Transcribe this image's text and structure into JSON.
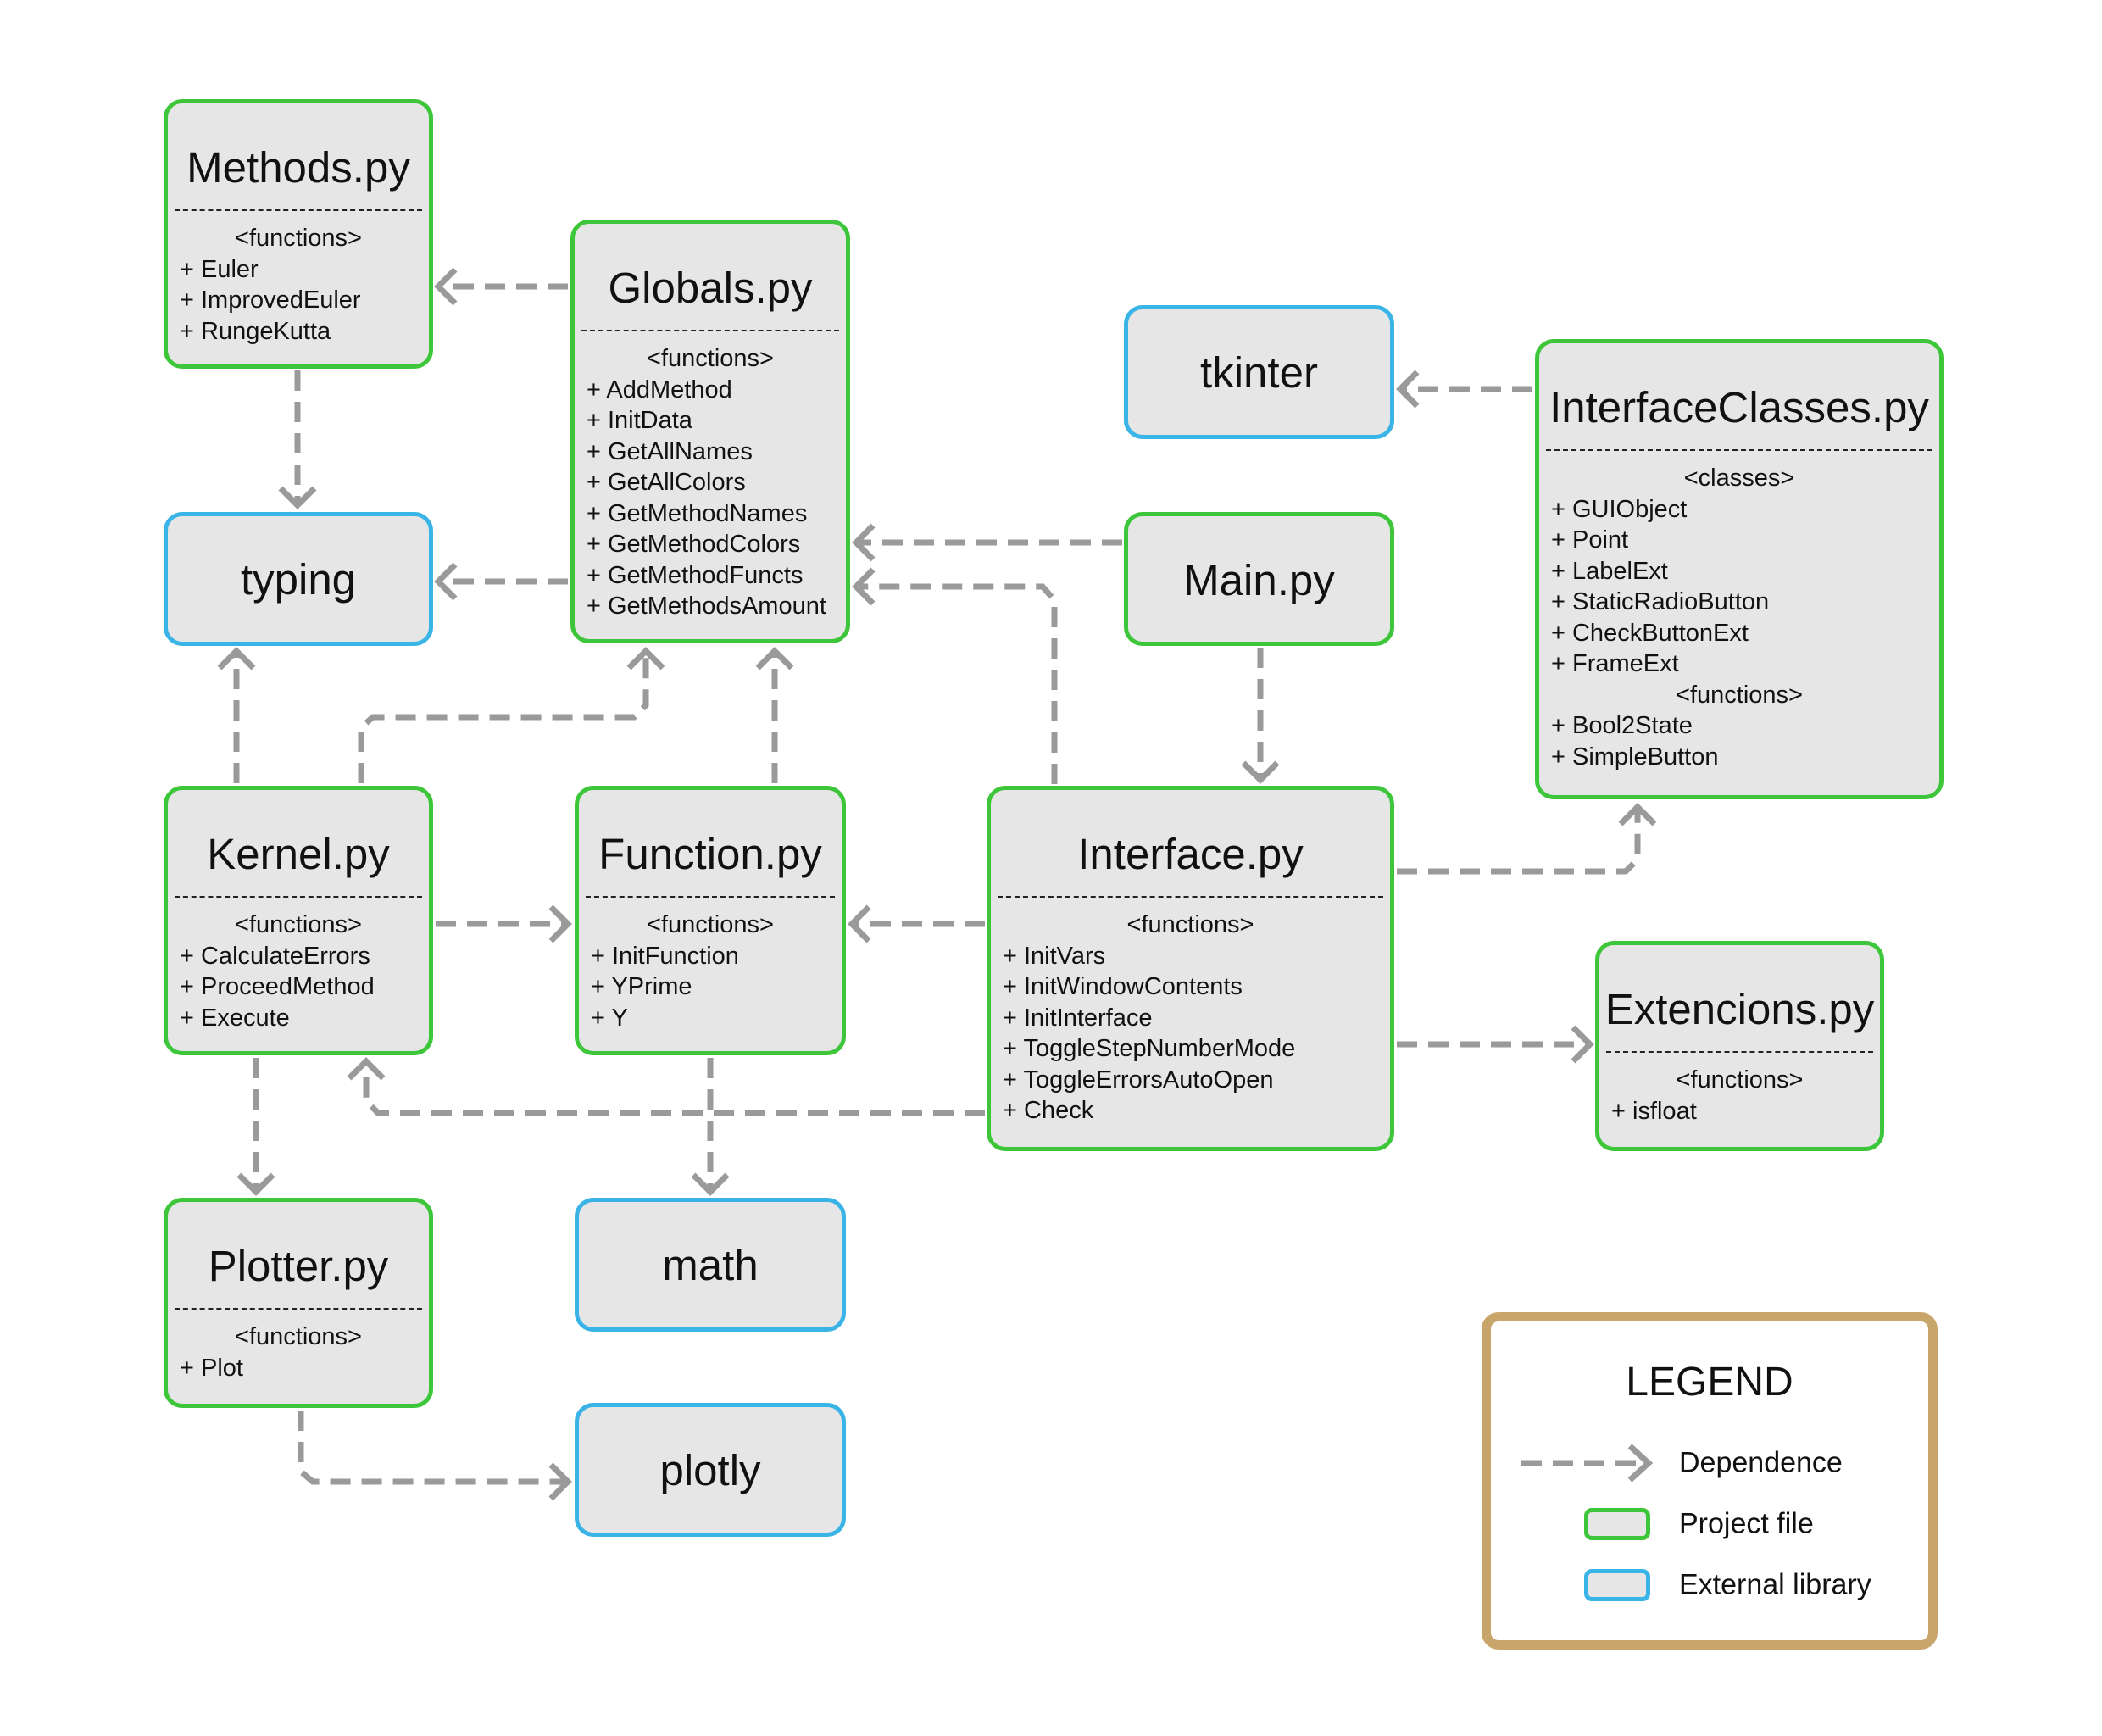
{
  "colors": {
    "project_file_border": "#3ec63a",
    "external_library_border": "#3ab4e6",
    "box_fill": "#e6e6e6",
    "arrow": "#9a9a9a",
    "legend_border": "#c8a56a"
  },
  "nodes": {
    "methods": {
      "title": "Methods.py",
      "kind": "project",
      "members": [
        "<functions>",
        "+ Euler",
        "+ ImprovedEuler",
        "+ RungeKutta"
      ]
    },
    "globals": {
      "title": "Globals.py",
      "kind": "project",
      "members": [
        "<functions>",
        "+ AddMethod",
        "+ InitData",
        "+ GetAllNames",
        "+ GetAllColors",
        "+ GetMethodNames",
        "+ GetMethodColors",
        "+ GetMethodFuncts",
        "+ GetMethodsAmount"
      ]
    },
    "tkinter": {
      "title": "tkinter",
      "kind": "external"
    },
    "interfaceclasses": {
      "title": "InterfaceClasses.py",
      "kind": "project",
      "members": [
        "<classes>",
        "+ GUIObject",
        "+ Point",
        "+ LabelExt",
        "+ StaticRadioButton",
        "+ CheckButtonExt",
        "+ FrameExt",
        "<functions>",
        "+ Bool2State",
        "+ SimpleButton"
      ]
    },
    "typing": {
      "title": "typing",
      "kind": "external"
    },
    "main": {
      "title": "Main.py",
      "kind": "project"
    },
    "kernel": {
      "title": "Kernel.py",
      "kind": "project",
      "members": [
        "<functions>",
        "+ CalculateErrors",
        "+ ProceedMethod",
        "+ Execute"
      ]
    },
    "function": {
      "title": "Function.py",
      "kind": "project",
      "members": [
        "<functions>",
        "+ InitFunction",
        "+ YPrime",
        "+ Y"
      ]
    },
    "interface": {
      "title": "Interface.py",
      "kind": "project",
      "members": [
        "<functions>",
        "+ InitVars",
        "+ InitWindowContents",
        "+ InitInterface",
        "+ ToggleStepNumberMode",
        "+ ToggleErrorsAutoOpen",
        "+ Check"
      ]
    },
    "extencions": {
      "title": "Extencions.py",
      "kind": "project",
      "members": [
        "<functions>",
        "+ isfloat"
      ]
    },
    "plotter": {
      "title": "Plotter.py",
      "kind": "project",
      "members": [
        "<functions>",
        "+ Plot"
      ]
    },
    "math": {
      "title": "math",
      "kind": "external"
    },
    "plotly": {
      "title": "plotly",
      "kind": "external"
    }
  },
  "edges": [
    {
      "from": "globals",
      "to": "methods",
      "label": "dependence"
    },
    {
      "from": "methods",
      "to": "typing",
      "label": "dependence"
    },
    {
      "from": "globals",
      "to": "typing",
      "label": "dependence"
    },
    {
      "from": "interfaceclasses",
      "to": "tkinter",
      "label": "dependence"
    },
    {
      "from": "main",
      "to": "globals",
      "label": "dependence"
    },
    {
      "from": "interface",
      "to": "globals",
      "label": "dependence"
    },
    {
      "from": "main",
      "to": "interface",
      "label": "dependence"
    },
    {
      "from": "kernel",
      "to": "typing",
      "label": "dependence"
    },
    {
      "from": "kernel",
      "to": "globals",
      "label": "dependence"
    },
    {
      "from": "function",
      "to": "globals",
      "label": "dependence"
    },
    {
      "from": "kernel",
      "to": "function",
      "label": "dependence"
    },
    {
      "from": "interface",
      "to": "function",
      "label": "dependence"
    },
    {
      "from": "interface",
      "to": "interfaceclasses",
      "label": "dependence"
    },
    {
      "from": "interface",
      "to": "extencions",
      "label": "dependence"
    },
    {
      "from": "interface",
      "to": "kernel",
      "label": "dependence"
    },
    {
      "from": "kernel",
      "to": "plotter",
      "label": "dependence"
    },
    {
      "from": "function",
      "to": "math",
      "label": "dependence"
    },
    {
      "from": "plotter",
      "to": "plotly",
      "label": "dependence"
    }
  ],
  "legend": {
    "title": "LEGEND",
    "dependence": "Dependence",
    "project_file": "Project file",
    "external_library": "External library"
  }
}
